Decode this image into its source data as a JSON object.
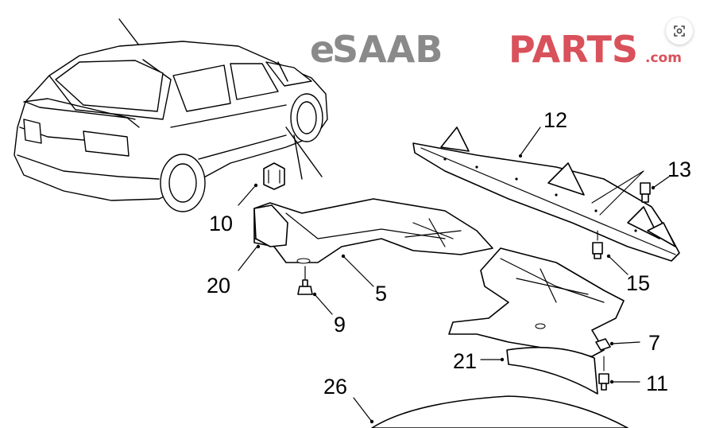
{
  "logo": {
    "prefix": "e",
    "brand": "SAAB",
    "parts": "PARTS",
    "suffix": ".com",
    "gray_color": "#8a8a8a",
    "red_color": "#d9515b"
  },
  "callouts": [
    {
      "id": "12",
      "label": "12"
    },
    {
      "id": "13",
      "label": "13"
    },
    {
      "id": "10",
      "label": "10"
    },
    {
      "id": "20",
      "label": "20"
    },
    {
      "id": "5",
      "label": "5"
    },
    {
      "id": "15",
      "label": "15"
    },
    {
      "id": "9",
      "label": "9"
    },
    {
      "id": "7",
      "label": "7"
    },
    {
      "id": "21",
      "label": "21"
    },
    {
      "id": "11",
      "label": "11"
    },
    {
      "id": "26",
      "label": "26"
    }
  ],
  "toolbar": {
    "visual_search_icon": "lens-icon"
  }
}
